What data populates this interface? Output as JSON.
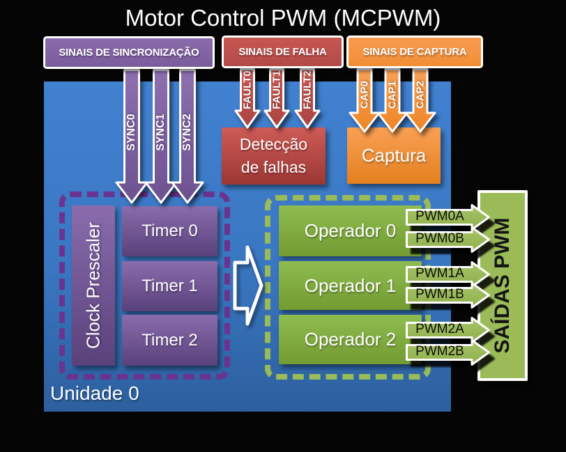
{
  "title": "Motor Control PWM (MCPWM)",
  "headers": {
    "sync": "SINAIS DE SINCRONIZAÇÃO",
    "fault": "SINAIS DE FALHA",
    "capture": "SINAIS DE CAPTURA"
  },
  "signals": {
    "sync": [
      "SYNC0",
      "SYNC1",
      "SYNC2"
    ],
    "fault": [
      "FAULT0",
      "FAULT1",
      "FAULT2"
    ],
    "capture": [
      "CAP0",
      "CAP1",
      "CAP2"
    ],
    "pwm": [
      "PWM0A",
      "PWM0B",
      "PWM1A",
      "PWM1B",
      "PWM2A",
      "PWM2B"
    ]
  },
  "blocks": {
    "fault_detection_line1": "Detecção",
    "fault_detection_line2": "de falhas",
    "capture": "Captura",
    "clock_prescaler": "Clock Prescaler",
    "timers": [
      "Timer 0",
      "Timer 1",
      "Timer 2"
    ],
    "operators": [
      "Operador 0",
      "Operador 1",
      "Operador 2"
    ],
    "outputs": "SAÍDAS PWM",
    "unit": "Unidade 0"
  },
  "colors": {
    "background": "#050505",
    "panel_blue": "#3A77C2",
    "accent_purple": "#8064A2",
    "accent_red": "#C0504D",
    "accent_orange": "#F79646",
    "accent_green": "#9BBB59",
    "dashed_purple": "#6A3390",
    "dashed_green": "#9BBB59",
    "text_light": "#FFFFFF",
    "text_dark": "#141414"
  }
}
